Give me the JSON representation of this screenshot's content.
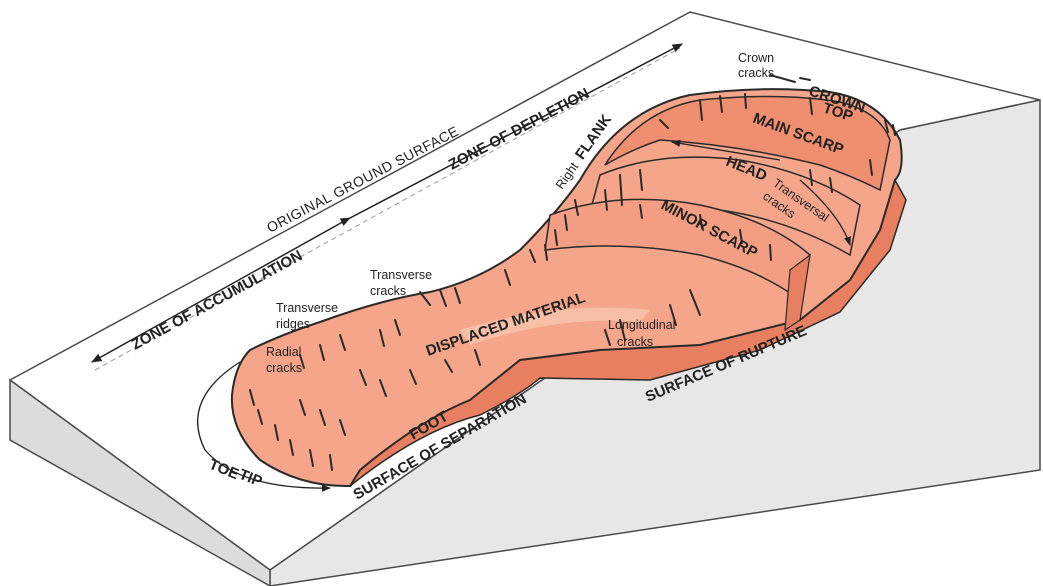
{
  "diagram": {
    "colors": {
      "block_top": "#ffffff",
      "block_side": "#e7e7e7",
      "block_front": "#dcdcdc",
      "block_edge": "#4a4a4a",
      "landslide_fill": "#f4a58a",
      "landslide_shadow": "#e77f60",
      "landslide_light": "#f8bfa7",
      "crack_line": "#2a2a2a"
    },
    "labels": {
      "original_ground_surface": "ORIGINAL GROUND SURFACE",
      "zone_of_accumulation": "ZONE OF ACCUMULATION",
      "zone_of_depletion": "ZONE OF DEPLETION",
      "crown_cracks_line1": "Crown",
      "crown_cracks_line2": "cracks",
      "crown": "CROWN",
      "top": "TOP",
      "main_scarp": "MAIN SCARP",
      "head": "HEAD",
      "transversal_cracks_line1": "Transversal",
      "transversal_cracks_line2": "cracks",
      "right_flank_prefix": "Right",
      "right_flank_word": "FLANK",
      "minor_scarp": "MINOR SCARP",
      "transverse_cracks_line1": "Transverse",
      "transverse_cracks_line2": "cracks",
      "transverse_ridges_line1": "Transverse",
      "transverse_ridges_line2": "ridges",
      "displaced_material": "DISPLACED MATERIAL",
      "longitudinal_cracks_line1": "Longitudinal",
      "longitudinal_cracks_line2": "cracks",
      "radial_cracks_line1": "Radial",
      "radial_cracks_line2": "cracks",
      "foot": "FOOT",
      "toe": "TOE",
      "tip": "TIP",
      "surface_of_separation": "SURFACE OF SEPARATION",
      "surface_of_rupture": "SURFACE OF RUPTURE"
    }
  }
}
